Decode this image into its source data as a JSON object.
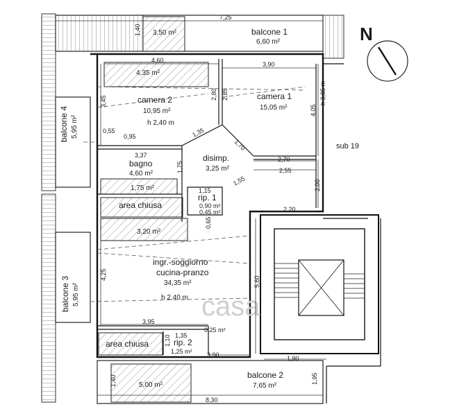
{
  "north": "N",
  "sub_label": "sub 19",
  "watermark": "casa",
  "rooms": {
    "balcone1": {
      "name": "balcone 1",
      "area": "6,60 m²"
    },
    "balcone2": {
      "name": "balcone 2",
      "area": "7,65 m²"
    },
    "balcone3": {
      "name": "balcone 3",
      "area": "5,95 m²"
    },
    "balcone4": {
      "name": "balcone 4",
      "area": "5,95 m²"
    },
    "camera1": {
      "name": "camera 1",
      "area": "15,05 m²",
      "height": "h 3,05 m"
    },
    "camera2": {
      "name": "camera 2",
      "area": "10,95 m²",
      "height": "h 2,40 m"
    },
    "bagno": {
      "name": "bagno",
      "area": "4,60 m²"
    },
    "disimp": {
      "name": "disimp.",
      "area": "3,25 m²"
    },
    "rip1": {
      "name": "rip. 1",
      "area": "0,90 m²",
      "area2": "0,45 m²"
    },
    "rip2": {
      "name": "rip. 2",
      "area": "1,25 m²"
    },
    "area_chiusa_1": {
      "name": "area chiusa"
    },
    "area_chiusa_2": {
      "name": "area chiusa"
    },
    "soggiorno": {
      "name": "ingr.-soggiorno",
      "name2": "cucina-pranzo",
      "area": "34,35 m²",
      "height": "h 2,40 m"
    }
  },
  "areas": {
    "top_hatch": "3,50 m²",
    "cam2_hatch": "4,35 m²",
    "bagno_hatch": "1,75 m²",
    "living_hatch": "3,20 m²",
    "bottom_hatch": "5,00 m²",
    "small": "0,25 m²"
  },
  "dims": {
    "d_725": "7,25",
    "d_140_top": "1,40",
    "d_460": "4,60",
    "d_390_top": "3,90",
    "d_345": "3,45",
    "d_280": "2,80",
    "d_285": "2,85",
    "d_405": "4,05",
    "d_055": "0,55",
    "d_095": "0,95",
    "d_135": "1,35",
    "d_170": "1,70",
    "d_337": "3,37",
    "d_270": "2,70",
    "d_175": "1,75",
    "d_255": "2,55",
    "d_155": "1,55",
    "d_200": "2,00",
    "d_115": "1,15",
    "d_065": "0,65",
    "d_220": "2,20",
    "d_425": "4,25",
    "d_560": "5,60",
    "d_395": "3,95",
    "d_135b": "1,35",
    "d_110": "1,10",
    "d_390_bot": "3,90",
    "d_190": "1,90",
    "d_140_bot": "1,40",
    "d_195": "1,95",
    "d_830": "8,30"
  }
}
